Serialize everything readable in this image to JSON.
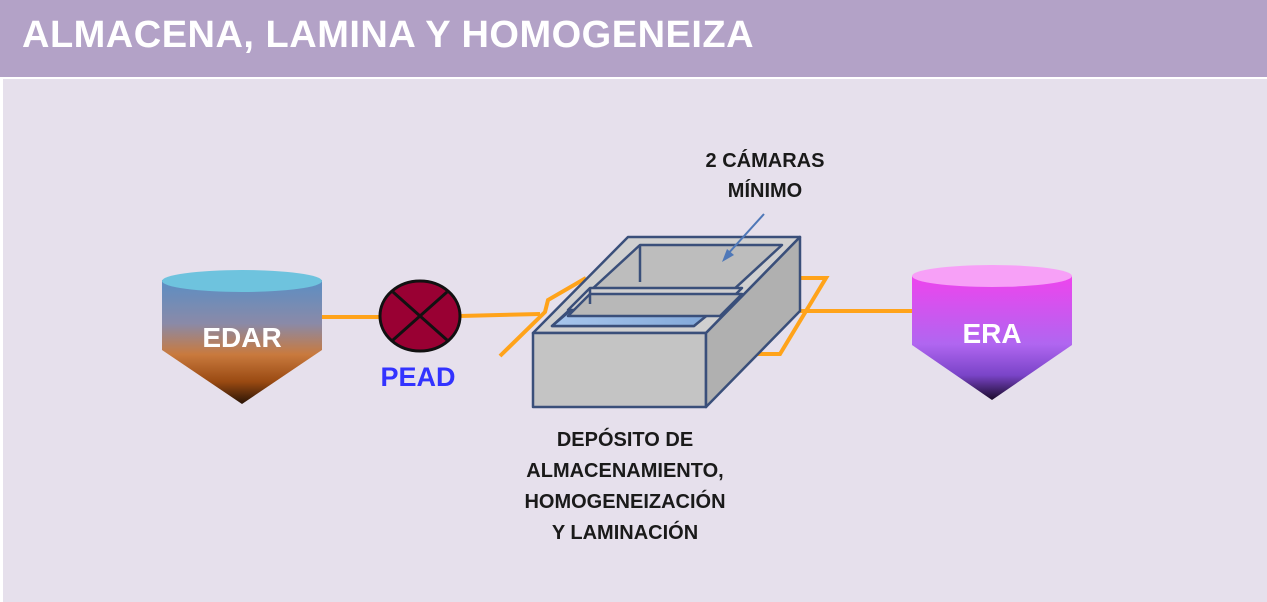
{
  "title": "ALMACENA, LAMINA Y HOMOGENEIZA",
  "nodes": {
    "edar": "EDAR",
    "era": "ERA",
    "valve": "PEAD"
  },
  "annotations": {
    "chambers_line1": "2 CÁMARAS",
    "chambers_line2": "MÍNIMO",
    "tank_line1": "DEPÓSITO DE",
    "tank_line2": "ALMACENAMIENTO,",
    "tank_line3": "HOMOGENEIZACIÓN",
    "tank_line4": "Y LAMINACIÓN"
  },
  "colors": {
    "title_bar": "#b3a2c7",
    "background": "#e6e0ec",
    "pipe": "#ffa31a",
    "valve_fill": "#990033",
    "valve_label": "#3333ff"
  }
}
